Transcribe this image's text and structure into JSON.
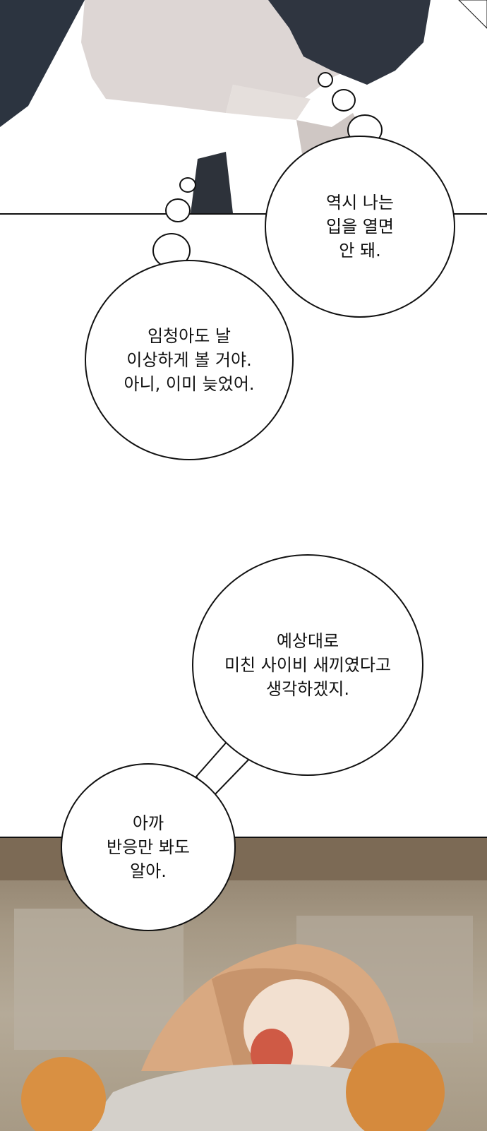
{
  "bubbles": [
    {
      "lines": [
        "역시 나는",
        "입을 열면",
        "안 돼."
      ]
    },
    {
      "lines": [
        "임청아도 날",
        "이상하게 볼 거야.",
        "아니, 이미 늦었어."
      ]
    },
    {
      "lines": [
        "예상대로",
        "미친 사이비 새끼였다고",
        "생각하겠지."
      ]
    },
    {
      "lines": [
        "아까",
        "반응만 봐도",
        "알아."
      ]
    }
  ]
}
